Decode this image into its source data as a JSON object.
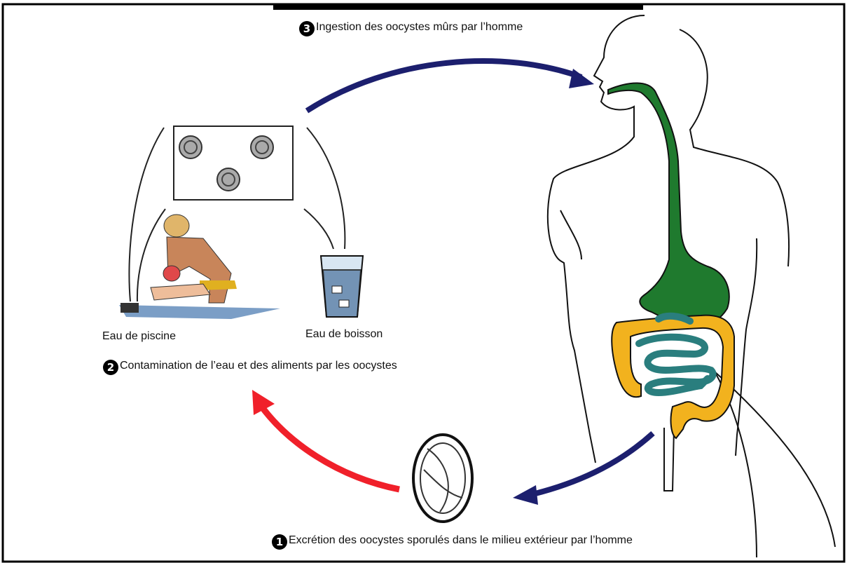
{
  "steps": [
    {
      "number": "3",
      "text": "Ingestion des oocystes mûrs par l’homme"
    },
    {
      "number": "2",
      "text": "Contamination de l’eau et des aliments par les oocystes"
    },
    {
      "number": "1",
      "text": "Excrétion  des oocystes sporulés dans le milieu extérieur par l’homme"
    }
  ],
  "places": {
    "pool": "Eau de piscine",
    "drink": "Eau de boisson"
  },
  "colors": {
    "arrow_blue": "#1c1f6e",
    "arrow_red": "#f0202a",
    "digestive_green": "#1f7a2e",
    "colon_orange": "#f2b21e",
    "intestine_teal": "#2a7e7e",
    "outline": "#111111"
  },
  "icons": [
    "oocyst-icon",
    "swimmer-icon",
    "glass-icon",
    "human-body-icon"
  ]
}
